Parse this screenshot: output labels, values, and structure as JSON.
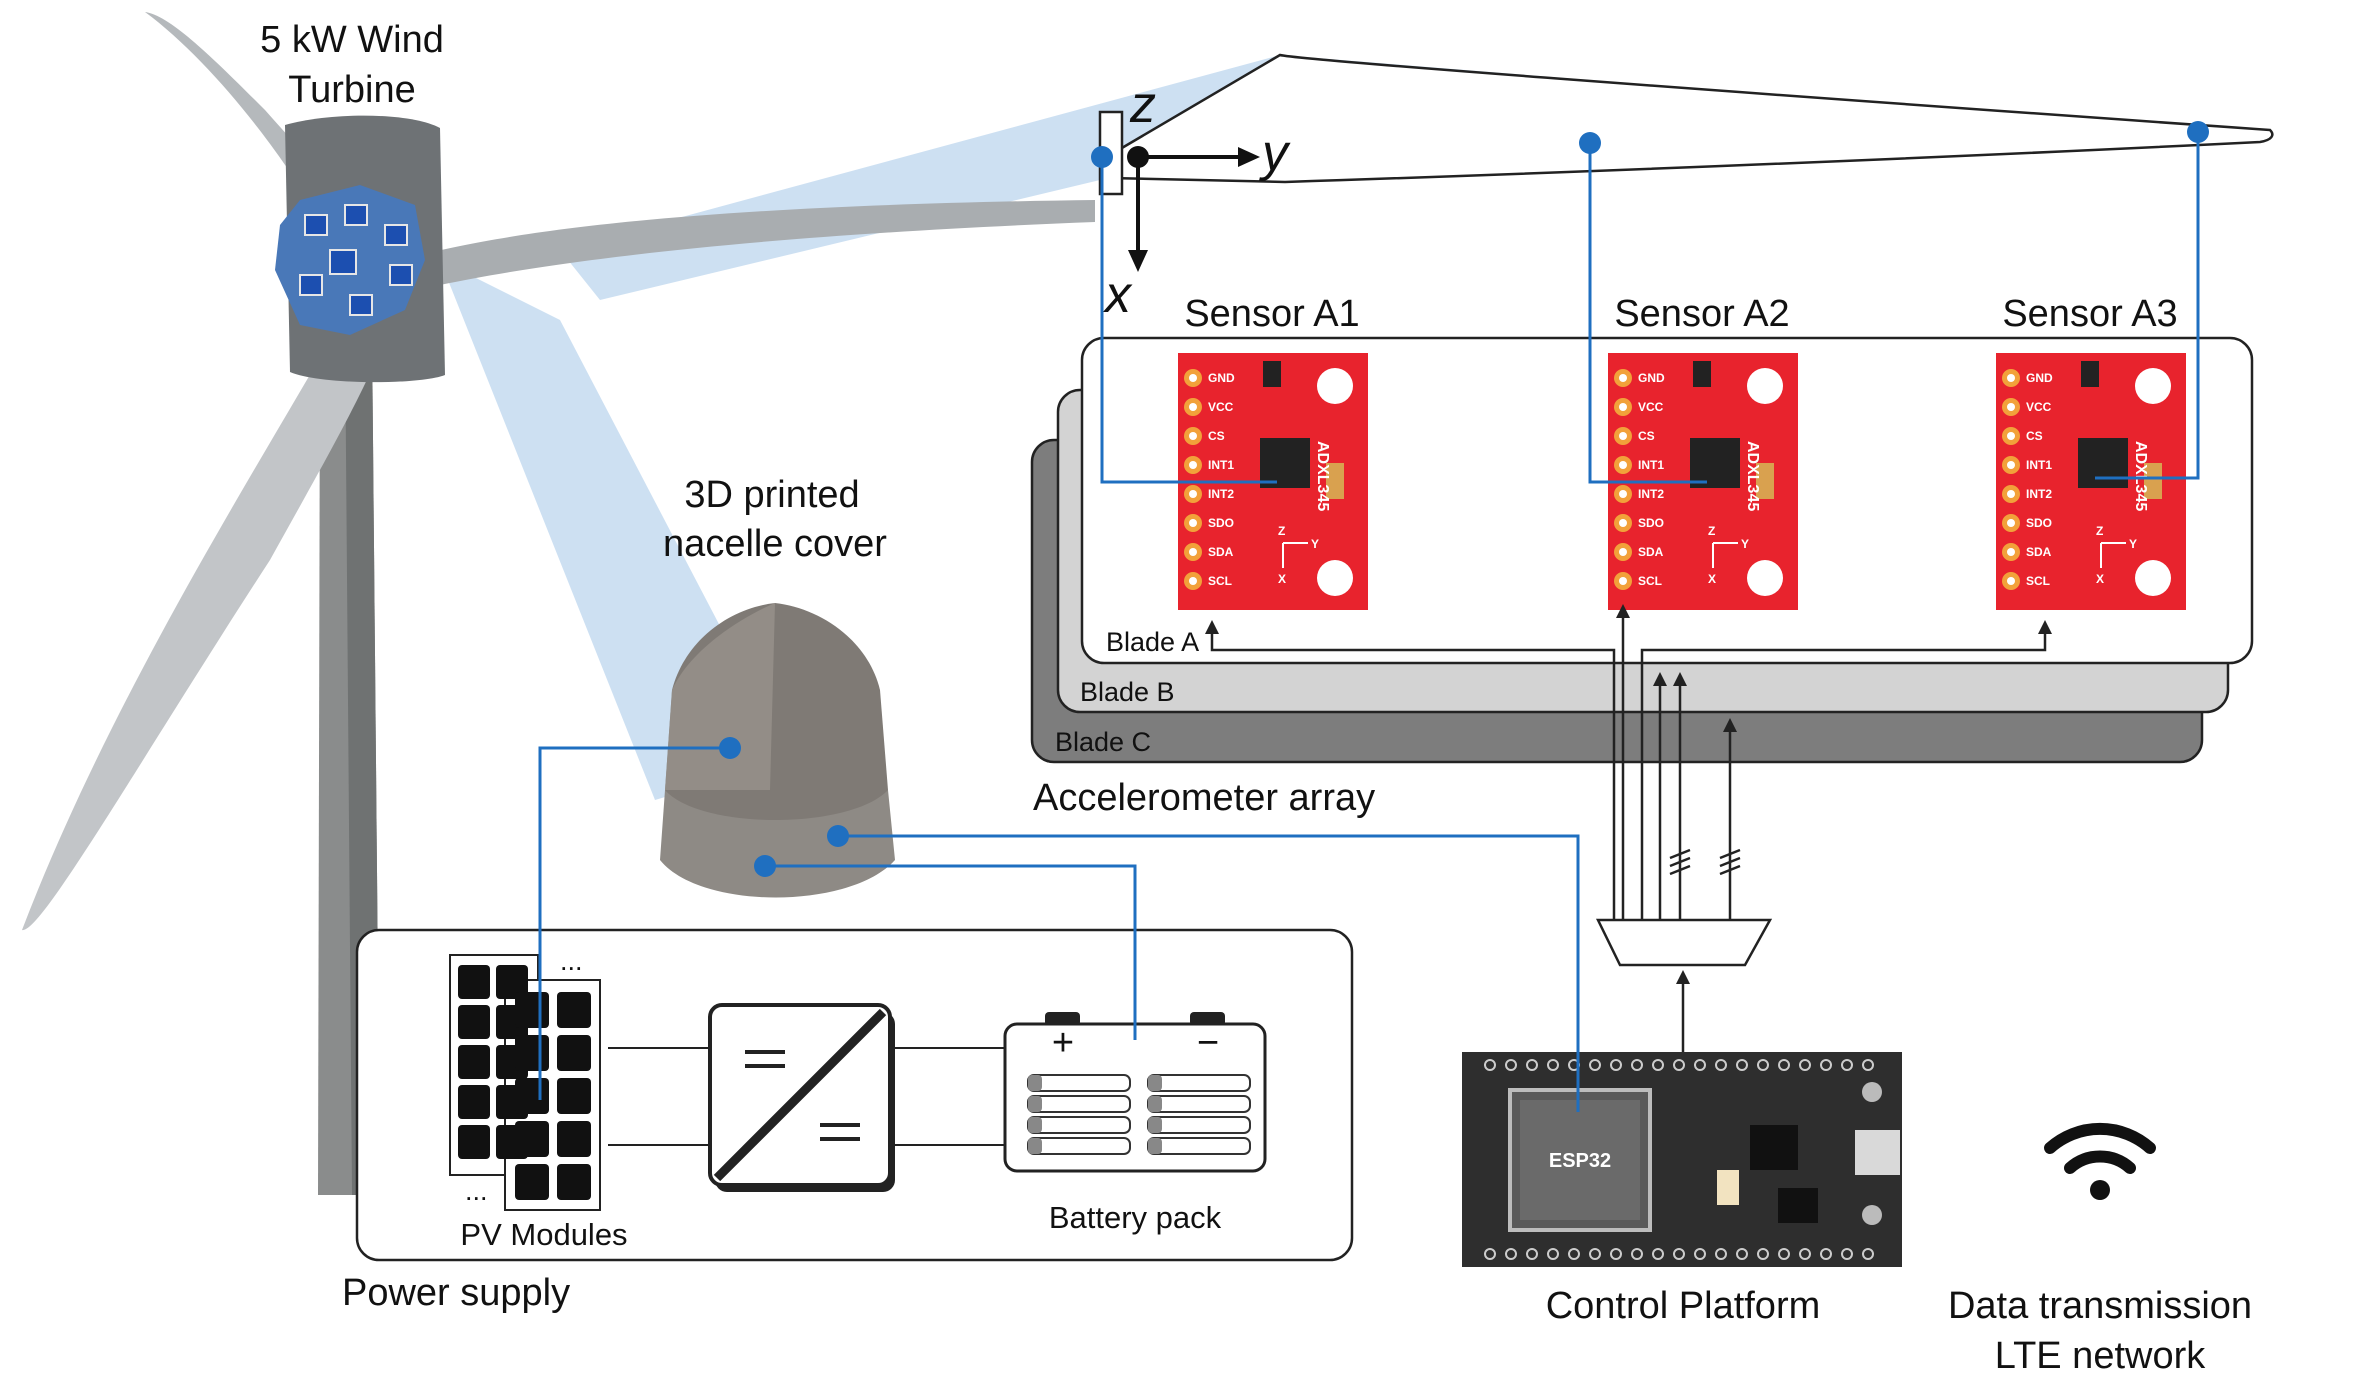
{
  "turbine": {
    "title_line1": "5 kW Wind",
    "title_line2": "Turbine"
  },
  "nacelle": {
    "label_line1": "3D printed",
    "label_line2": "nacelle cover"
  },
  "axes": {
    "z": "z",
    "y": "y",
    "x": "x"
  },
  "sensors": [
    {
      "title": "Sensor A1",
      "chip": "ADXL345"
    },
    {
      "title": "Sensor A2",
      "chip": "ADXL345"
    },
    {
      "title": "Sensor A3",
      "chip": "ADXL345"
    }
  ],
  "sensor_pins": [
    "GND",
    "VCC",
    "CS",
    "INT1",
    "INT2",
    "SDO",
    "SDA",
    "SCL"
  ],
  "board_axes": {
    "z": "Z",
    "y": "Y",
    "x": "X"
  },
  "blades": {
    "a": "Blade A",
    "b": "Blade B",
    "c": "Blade C"
  },
  "array_label": "Accelerometer array",
  "power": {
    "section_label": "Power supply",
    "pv_label": "PV Modules",
    "battery_label": "Battery pack",
    "plus": "+",
    "minus": "−"
  },
  "control": {
    "label": "Control Platform",
    "chip": "ESP32"
  },
  "data": {
    "line1": "Data transmission",
    "line2": "LTE network"
  },
  "colors": {
    "blue_wire": "#1f6fc0",
    "beam": "#bcd6ee",
    "sensor_board": "#e8232d",
    "pcb": "#2e2e2e"
  },
  "icons": {
    "wifi": "wifi-icon",
    "dc_converter": "dc-dc-converter-icon",
    "battery": "battery-icon",
    "solar": "solar-panel-icon",
    "mux": "multiplexer-icon"
  }
}
